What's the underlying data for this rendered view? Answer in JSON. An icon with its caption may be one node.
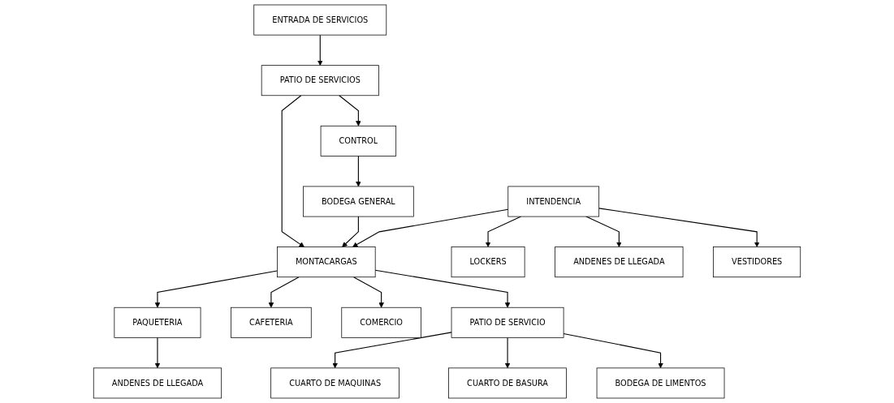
{
  "diagram": {
    "nodes": [
      {
        "text": [
          "ENTRADA DE SERVICIOS"
        ]
      },
      {
        "text": [
          "PATIO DE SERVICIOS"
        ]
      },
      {
        "text": [
          "CONTROL"
        ]
      },
      {
        "text": [
          "BODEGA GENERAL"
        ]
      },
      {
        "text": [
          "LOCKERS"
        ]
      },
      {
        "text": [
          "INTENDENCIA"
        ]
      },
      {
        "text": [
          "MONTACARGAS"
        ]
      },
      {
        "text": [
          "PAQUETERIA"
        ]
      },
      {
        "text": [
          "ANDENES DE LLEGADA"
        ]
      },
      {
        "text": [
          "CAFETERIA"
        ]
      },
      {
        "text": [
          "COMERCIO"
        ]
      },
      {
        "text": [
          "ANDENES DE LLEGADA"
        ]
      },
      {
        "text": [
          "VESTIDORES"
        ]
      },
      {
        "text": [
          "CUARTO DE MAQUINAS"
        ]
      },
      {
        "text": [
          "PATIO DE SERVICIO"
        ]
      },
      {
        "text": [
          "CUARTO DE BASURA"
        ]
      },
      {
        "text": [
          "BODEGA DE LIMENTOS"
        ]
      }
    ],
    "edges": [
      {
        "from": 0,
        "to": 1,
        "arrow": "to"
      },
      {
        "from": 1,
        "to": 2,
        "arrow": "to"
      },
      {
        "from": 2,
        "to": 3,
        "arrow": "to"
      },
      {
        "from": 1,
        "to": 6,
        "arrow": "to"
      },
      {
        "from": 3,
        "to": 6,
        "arrow": "to"
      },
      {
        "from": 5,
        "to": 4,
        "arrow": "to"
      },
      {
        "from": 5,
        "to": 6,
        "arrow": "to"
      },
      {
        "from": 6,
        "to": 7,
        "arrow": "to"
      },
      {
        "from": 5,
        "to": 8,
        "arrow": "to"
      },
      {
        "from": 5,
        "to": 12,
        "arrow": "to"
      },
      {
        "from": 6,
        "to": 9,
        "arrow": "to"
      },
      {
        "from": 6,
        "to": 10,
        "arrow": "to"
      },
      {
        "from": 7,
        "to": 11,
        "arrow": "to"
      },
      {
        "from": 6,
        "to": 14,
        "arrow": "to"
      },
      {
        "from": 14,
        "to": 13,
        "arrow": "to"
      },
      {
        "from": 14,
        "to": 15,
        "arrow": "to"
      },
      {
        "from": 14,
        "to": 16,
        "arrow": "to"
      }
    ]
  }
}
